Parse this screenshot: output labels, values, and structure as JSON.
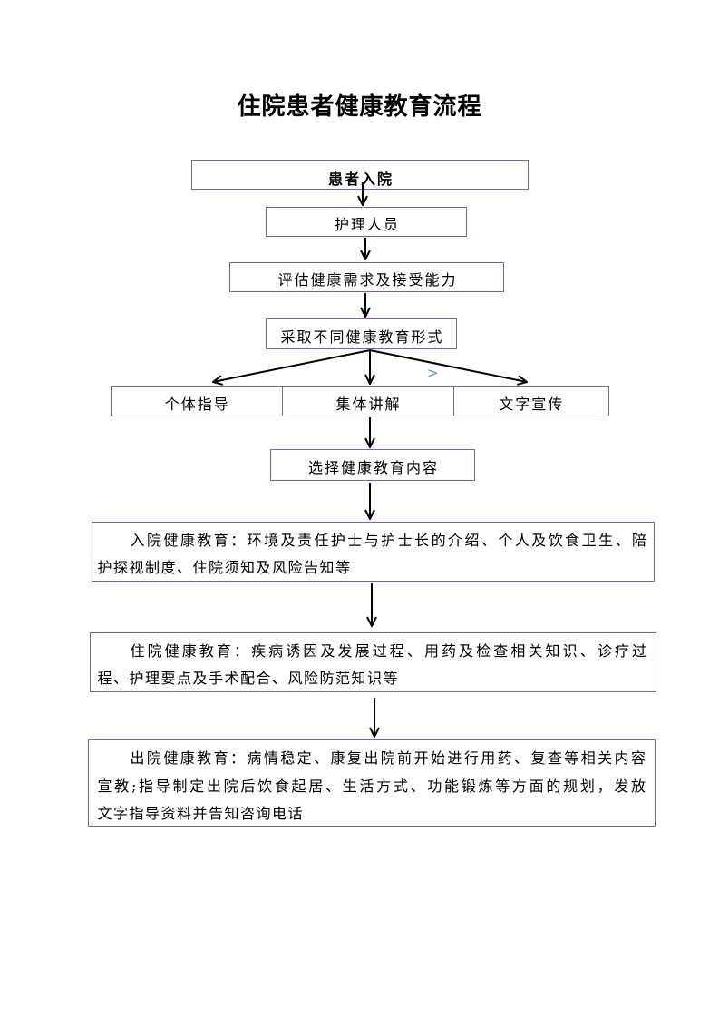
{
  "title": "住院患者健康教育流程",
  "colors": {
    "box_border": "#8064a2",
    "arrow": "#000000",
    "mark": "#6f8fb8"
  },
  "flow": {
    "patient_admission": "患者入院",
    "nursing_staff": "护理人员",
    "assess_needs": "评估健康需求及接受能力",
    "education_forms": "采取不同健康教育形式",
    "form_options": [
      "个体指导",
      "集体讲解",
      "文字宣传"
    ],
    "select_content": "选择健康教育内容"
  },
  "stray_mark": ">",
  "education_content": {
    "admission": {
      "lines": [
        "入院健康教育：环境及责任护士与护士长的介绍、个人及饮食卫生、陪",
        "护探视制度、住院须知及风险告知等"
      ]
    },
    "inpatient": {
      "lines": [
        "住院健康教育：疾病诱因及发展过程、用药及检查相关知识、诊疗过",
        "程、护理要点及手术配合、风险防范知识等"
      ]
    },
    "discharge": {
      "lines": [
        "出院健康教育：病情稳定、康复出院前开始进行用药、复查等相关内容",
        "宣教;指导制定出院后饮食起居、生活方式、功能锻炼等方面的规划，发放",
        "文字指导资料并告知咨询电话"
      ]
    }
  }
}
